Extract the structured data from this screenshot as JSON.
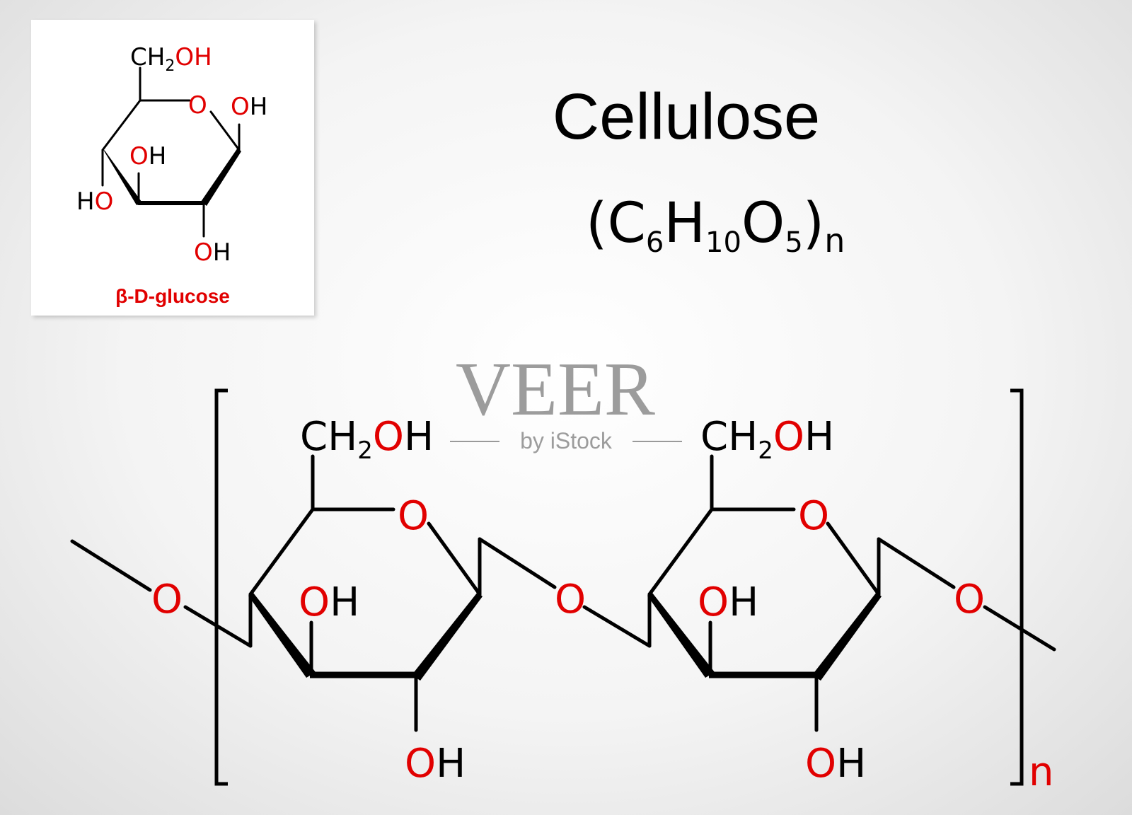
{
  "title": "Cellulose",
  "formula": {
    "open": "(",
    "c": "C",
    "c_sub": "6",
    "h": "H",
    "h_sub": "10",
    "o": "O",
    "o_sub": "5",
    "close": ")",
    "n": "n"
  },
  "inset": {
    "caption": "β-D-glucose",
    "ch2": "CH",
    "ch2_sub": "2",
    "ch2_oh": "OH",
    "ring_o": "O",
    "oh": "OH",
    "ho": "HO"
  },
  "polymer": {
    "ch2": "CH",
    "ch2_sub": "2",
    "oh": "OH",
    "o": "O",
    "repeat_n": "n"
  },
  "watermark": {
    "brand": "VEER",
    "sub": "by iStock"
  },
  "colors": {
    "bond": "#000000",
    "heteroatom": "#e10000",
    "panel": "#ffffff"
  }
}
